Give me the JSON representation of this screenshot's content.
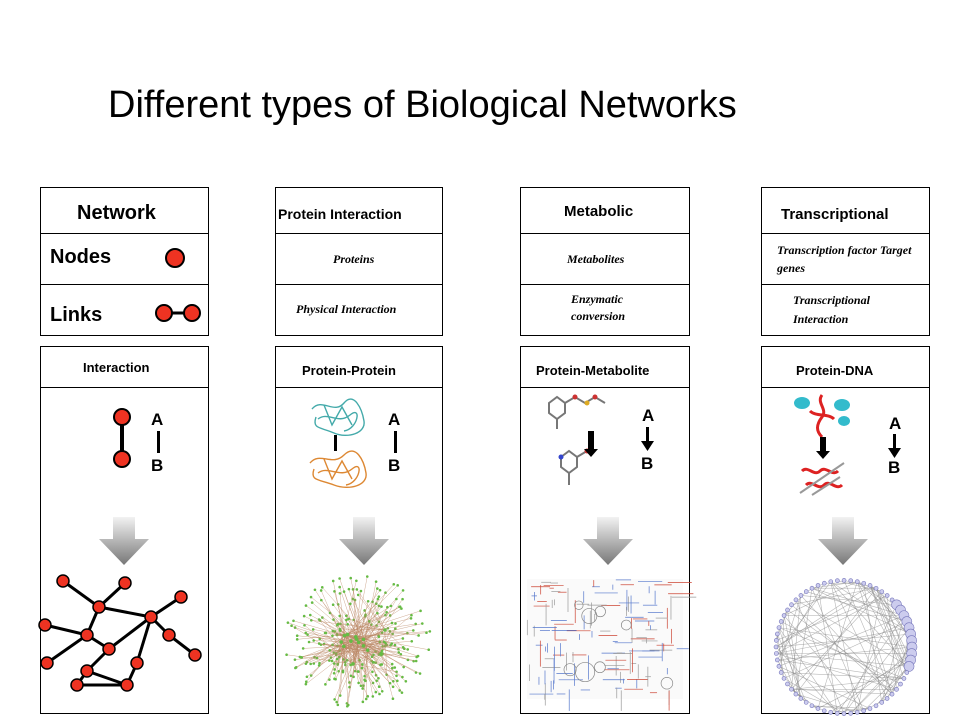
{
  "title": "Different types of Biological Networks",
  "columns": [
    {
      "header": "Network",
      "rows": [
        "Nodes",
        "Links"
      ],
      "type_label": "Interaction",
      "node_a": "A",
      "node_b": "B"
    },
    {
      "header": "Protein Interaction",
      "rows": [
        "Proteins",
        "Physical Interaction"
      ],
      "type_label": "Protein-Protein",
      "node_a": "A",
      "node_b": "B"
    },
    {
      "header": "Metabolic",
      "rows": [
        "Metabolites",
        "Enzymatic conversion"
      ],
      "type_label": "Protein-Metabolite",
      "node_a": "A",
      "node_b": "B"
    },
    {
      "header": "Transcriptional",
      "rows": [
        "Transcription factor Target genes",
        "Transcriptional Interaction"
      ],
      "type_label": "Protein-DNA",
      "node_a": "A",
      "node_b": "B"
    }
  ],
  "colors": {
    "node_fill": "#ee3322",
    "edge": "#000000",
    "arrow_top": "#f2f2f2",
    "arrow_bottom": "#777777",
    "ppi_node": "#66bb44",
    "ppi_edge": "#bb8866",
    "metabolic_blue": "#5577cc",
    "metabolic_red": "#cc4433",
    "circle_edge": "#888888",
    "circle_node": "#7777bb"
  }
}
